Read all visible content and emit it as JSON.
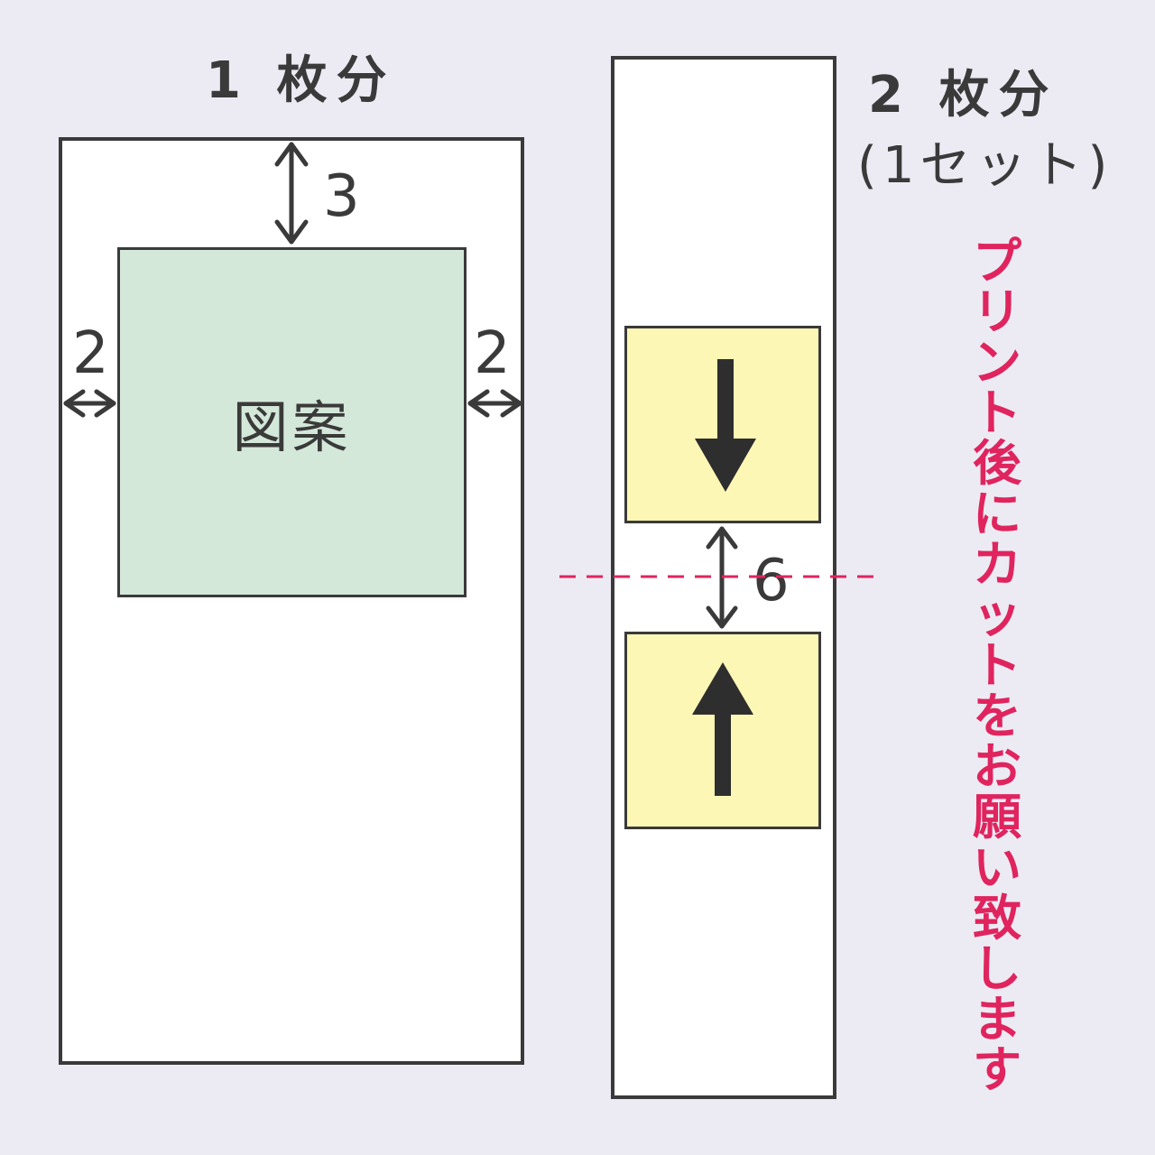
{
  "left_panel": {
    "title": "1 枚分",
    "design_label": "図案",
    "margin_top": "3",
    "margin_left": "2",
    "margin_right": "2"
  },
  "right_panel": {
    "title": "2 枚分",
    "subtitle": "(1セット)",
    "gap": "6",
    "cut_note": "プリント後にカットをお願い致します"
  },
  "colors": {
    "background": "#ecebf4",
    "outline": "#3a3a3a",
    "design_fill": "#d4e8da",
    "tag_fill": "#fdf7b6",
    "cut_line": "#e0245e"
  },
  "icons": [
    "arrow-down-icon",
    "arrow-up-icon",
    "double-arrow-vertical-icon",
    "double-arrow-horizontal-icon"
  ]
}
